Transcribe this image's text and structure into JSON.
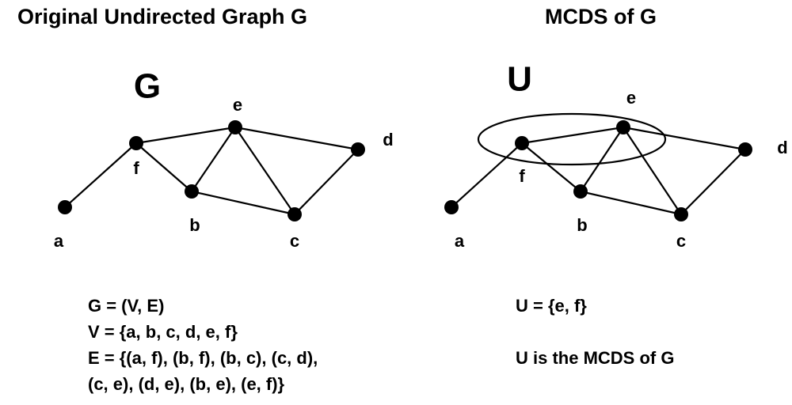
{
  "titles": {
    "left": "Original Undirected Graph G",
    "right": "MCDS of G"
  },
  "graphs": [
    {
      "label": "G",
      "nodes": [
        {
          "id": "a",
          "label": "a"
        },
        {
          "id": "b",
          "label": "b"
        },
        {
          "id": "c",
          "label": "c"
        },
        {
          "id": "d",
          "label": "d"
        },
        {
          "id": "e",
          "label": "e"
        },
        {
          "id": "f",
          "label": "f"
        }
      ],
      "edges": [
        [
          "a",
          "f"
        ],
        [
          "b",
          "f"
        ],
        [
          "b",
          "c"
        ],
        [
          "c",
          "d"
        ],
        [
          "c",
          "e"
        ],
        [
          "d",
          "e"
        ],
        [
          "b",
          "e"
        ],
        [
          "e",
          "f"
        ]
      ]
    },
    {
      "label": "U",
      "nodes": [
        {
          "id": "a",
          "label": "a"
        },
        {
          "id": "b",
          "label": "b"
        },
        {
          "id": "c",
          "label": "c"
        },
        {
          "id": "d",
          "label": "d"
        },
        {
          "id": "e",
          "label": "e"
        },
        {
          "id": "f",
          "label": "f"
        }
      ],
      "edges": [
        [
          "a",
          "f"
        ],
        [
          "b",
          "f"
        ],
        [
          "b",
          "c"
        ],
        [
          "c",
          "d"
        ],
        [
          "c",
          "e"
        ],
        [
          "d",
          "e"
        ],
        [
          "b",
          "e"
        ],
        [
          "e",
          "f"
        ]
      ],
      "highlighted_set": [
        "e",
        "f"
      ]
    }
  ],
  "definitions": {
    "g_def": "G = (V, E)",
    "v_def": "V = {a, b, c, d, e, f}",
    "e_def_line1": "E = {(a, f), (b, f), (b, c), (c, d),",
    "e_def_line2": "(c, e), (d, e), (b, e), (e, f)}"
  },
  "result": {
    "u_def": "U = {e, f}",
    "u_desc": "U is the MCDS of G"
  },
  "colors": {
    "ink": "#000000",
    "background": "#ffffff"
  }
}
